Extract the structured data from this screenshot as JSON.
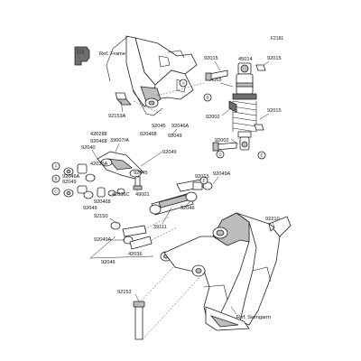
{
  "diagram_code": "F2181",
  "refs": {
    "frame": "Ref. Frame",
    "swingarm": "Ref. Swingarm"
  },
  "callout_letters": [
    "A",
    "B",
    "C",
    "D",
    "E"
  ],
  "parts": {
    "p92015_top": "92015",
    "p45014": "45014",
    "p92015_right": "92015",
    "p44065": "44065",
    "p92015_mid": "92015",
    "p92002_top": "92002",
    "p92002_bot": "92002",
    "p92153a": "92153A",
    "p92045_a": "92045",
    "p92046a_top": "92046A",
    "p92049_top": "92049",
    "p420288": "420288",
    "p920468_top": "920468",
    "p39007a": "39007/A",
    "p920468": "920468",
    "p92040": "92040",
    "p42036a": "42036A",
    "p92046a_mid": "92046A",
    "p92049_left": "92049",
    "p92045_mid": "92045",
    "p920468_b": "920468",
    "p42036c": "42036C",
    "p92049_bot": "92049",
    "p49001": "49001",
    "p92015_low": "92015",
    "p92049a": "92049A",
    "p92046": "92046",
    "p39111": "39111",
    "p92150": "92150",
    "p92049a_low": "92049A",
    "p42036": "42036",
    "p92046_low": "92046",
    "p92210": "92210",
    "p92153": "92153"
  }
}
